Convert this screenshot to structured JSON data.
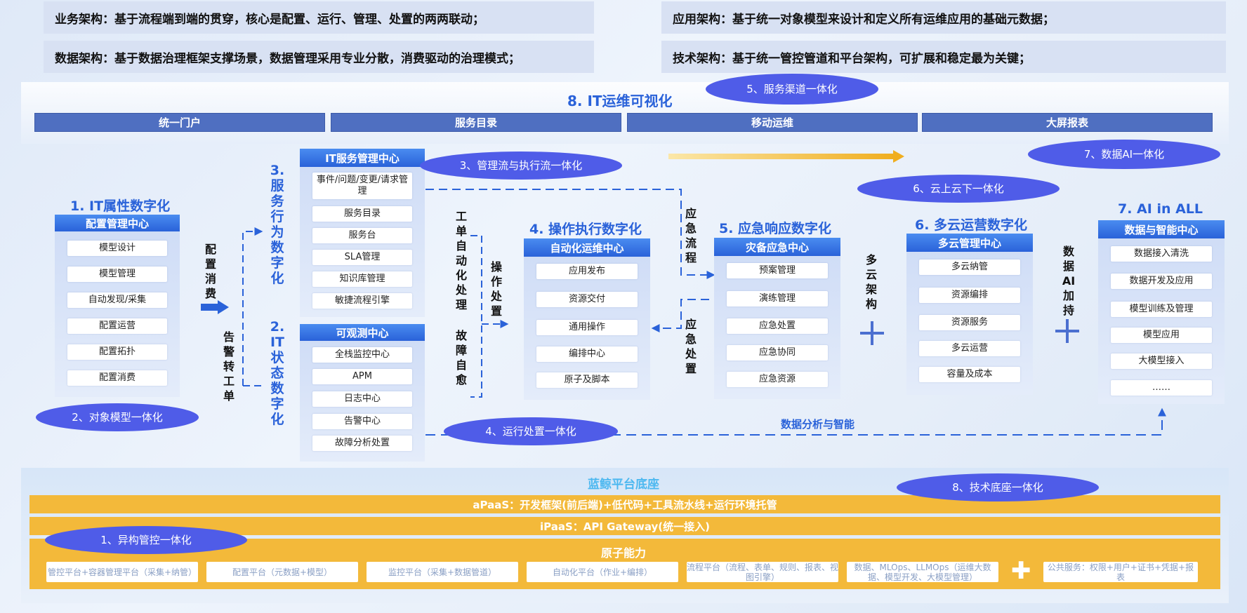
{
  "top_notes": {
    "business": "业务架构：基于流程端到端的贯穿，核心是配置、运行、管理、处置的两两联动；",
    "application": "应用架构：基于统一对象模型来设计和定义所有运维应用的基础元数据；",
    "data": "数据架构：基于数据治理框架支撑场景，数据管理采用专业分散，消费驱动的治理模式；",
    "technical": "技术架构：基于统一管控管道和平台架构，可扩展和稳定最为关键；"
  },
  "visualization": {
    "title": "8. IT运维可视化",
    "tabs": [
      "统一门户",
      "服务目录",
      "移动运维",
      "大屏报表"
    ]
  },
  "ellipses": {
    "service_channel": "5、服务渠道一体化",
    "mgmt_exec_flow": "3、管理流与执行流一体化",
    "data_ai": "7、数据AI一体化",
    "cloud": "6、云上云下一体化",
    "object_model": "2、对象模型一体化",
    "ops_disposal": "4、运行处置一体化",
    "tech_base": "8、技术底座一体化",
    "heterogeneous": "1、异构管控一体化"
  },
  "sections": {
    "it_attr": {
      "heading": "1. IT属性数字化",
      "panel": "配置管理中心",
      "items": [
        "模型设计",
        "模型管理",
        "自动发现/采集",
        "配置运营",
        "配置拓扑",
        "配置消费"
      ]
    },
    "service_vertical": "3.服务行为数字化",
    "state_vertical": "2.IT状态数字化",
    "itsm": {
      "panel": "IT服务管理中心",
      "items": [
        "事件/问题/变更/请求管理",
        "服务目录",
        "服务台",
        "SLA管理",
        "知识库管理",
        "敏捷流程引擎"
      ]
    },
    "observability": {
      "panel": "可观测中心",
      "items": [
        "全栈监控中心",
        "APM",
        "日志中心",
        "告警中心",
        "故障分析处置"
      ]
    },
    "automation": {
      "heading": "4. 操作执行数字化",
      "panel": "自动化运维中心",
      "items": [
        "应用发布",
        "资源交付",
        "通用操作",
        "编排中心",
        "原子及脚本"
      ]
    },
    "emergency": {
      "heading": "5. 应急响应数字化",
      "panel": "灾备应急中心",
      "items": [
        "预案管理",
        "演练管理",
        "应急处置",
        "应急协同",
        "应急资源"
      ]
    },
    "multicloud": {
      "heading": "6. 多云运营数字化",
      "panel": "多云管理中心",
      "items": [
        "多云纳管",
        "资源编排",
        "资源服务",
        "多云运营",
        "容量及成本"
      ]
    },
    "ai": {
      "heading": "7. AI in ALL",
      "panel": "数据与智能中心",
      "items": [
        "数据接入清洗",
        "数据开发及应用",
        "模型训练及管理",
        "模型应用",
        "大模型接入",
        "……"
      ]
    }
  },
  "labels": {
    "config_consume": "配置消费",
    "alert_ticket": "告警转工单",
    "ticket_auto": "工单自动化处理",
    "fault_heal": "故障自愈",
    "op_disposal": "操作处置",
    "em_flow": "应急流程",
    "em_disposal": "应急处置",
    "multi_arch": "多云架构",
    "data_ai_support": "数据AI加持",
    "data_analysis": "数据分析与智能"
  },
  "platform": {
    "title": "蓝鲸平台底座",
    "apaas": "aPaaS：开发框架(前后端)+低代码+工具流水线+运行环境托管",
    "ipaas": "iPaaS：API Gateway(统一接入)",
    "atomic_title": "原子能力",
    "atoms": [
      "管控平台+容器管理平台（采集+纳管）",
      "配置平台（元数据+模型）",
      "监控平台（采集+数据管道）",
      "自动化平台（作业+编排）",
      "流程平台（流程、表单、规则、报表、视图引擎）",
      "数据、MLOps、LLMOps（运维大数据、模型开发、大模型管理）"
    ],
    "public": "公共服务：权限+用户+证书+凭据+报表"
  },
  "colors": {
    "accent_blue": "#2a62d9",
    "tab_blue": "#4f6fc1",
    "ellipse": "#4f5ce8",
    "gold": "#f3b93a"
  }
}
